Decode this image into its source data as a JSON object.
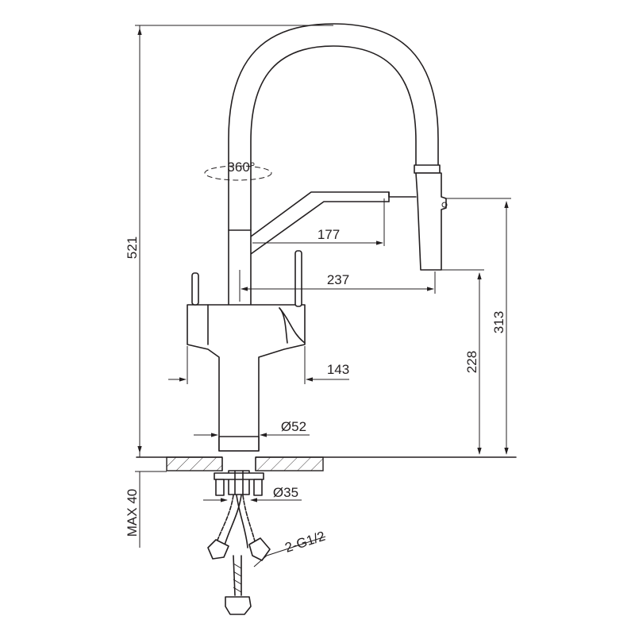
{
  "dimensions": {
    "height_total": "521",
    "reach_spout": "177",
    "reach_total": "237",
    "base_width": "143",
    "base_diameter": "Ø52",
    "mount_diameter": "Ø35",
    "spout_outlet_height": "313",
    "handle_height": "228",
    "max_counter_thickness": "MAX 40",
    "rotation": "360°",
    "hose_connection": "2-G1/2"
  },
  "colors": {
    "line": "#231f20",
    "background": "#ffffff"
  }
}
